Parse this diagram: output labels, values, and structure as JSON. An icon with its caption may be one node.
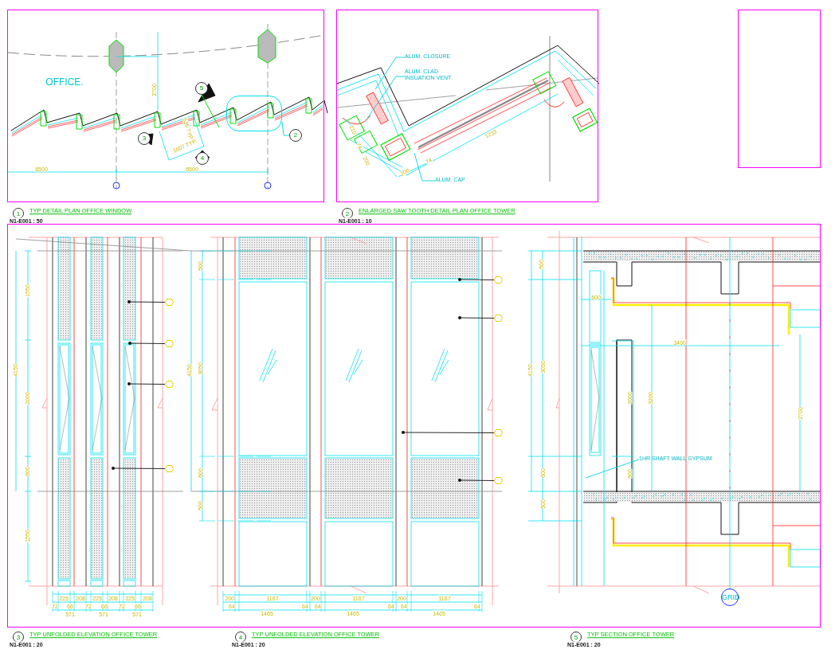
{
  "diagram": {
    "nodes": [
      {
        "text": [],
        "shape": "box"
      },
      {
        "text": [],
        "shape": "box"
      },
      {
        "text": [],
        "shape": "box"
      },
      {
        "text": [],
        "shape": "box"
      },
      {
        "text": [
          "ALUM. CLOSURE"
        ],
        "in": 1
      },
      {
        "text": [
          "ALUM. CLAD INSUATION VENT"
        ],
        "in": 1
      },
      {
        "text": [
          "ALUM. CAP"
        ],
        "in": 1
      },
      {
        "text": [
          "1HR SHAFT WALL GYPSUM"
        ],
        "in": 3
      },
      {
        "text": [],
        "shape": "hexagon",
        "in": 3
      },
      {
        "text": [],
        "shape": "hexagon",
        "in": 3
      },
      {
        "text": [],
        "shape": "hexagon",
        "in": 3
      },
      {
        "text": [],
        "shape": "hexagon",
        "in": 3
      },
      {
        "text": [],
        "shape": "hexagon",
        "in": 3
      },
      {
        "text": [],
        "shape": "hexagon",
        "in": 3
      },
      {
        "text": [],
        "shape": "hexagon",
        "in": 3
      },
      {
        "text": [],
        "shape": "hexagon",
        "in": 3
      },
      {
        "text": [
          "2"
        ],
        "in": 0
      },
      {
        "text": [],
        "shape": "box",
        "in": 0
      },
      {
        "text": [
          "5"
        ],
        "in": 0
      },
      {
        "text": [
          "3"
        ],
        "in": 0
      },
      {
        "text": [
          "4"
        ],
        "in": 0
      }
    ],
    "edges": [
      {
        "from": 4,
        "to": null,
        "arrow": "none",
        "color": "#00d0e0"
      },
      {
        "from": 5,
        "to": null,
        "arrow": "none",
        "color": "#00d0e0"
      },
      {
        "from": 6,
        "to": null,
        "arrow": "none",
        "color": "#00d0e0"
      },
      {
        "from": 7,
        "to": null,
        "arrow": "none",
        "color": "#00d0e0"
      },
      {
        "from": 8,
        "to": null,
        "arrow": "other"
      },
      {
        "from": 9,
        "to": null,
        "arrow": "other"
      },
      {
        "from": 10,
        "to": null,
        "arrow": "other"
      },
      {
        "from": 11,
        "to": null,
        "arrow": "other"
      },
      {
        "from": 12,
        "to": null,
        "arrow": "other"
      },
      {
        "from": 13,
        "to": null,
        "arrow": "other"
      },
      {
        "from": 14,
        "to": null,
        "arrow": "other"
      },
      {
        "from": 15,
        "to": null,
        "arrow": "other"
      },
      {
        "from": 16,
        "to": 17,
        "arrow": "none",
        "color": "#00d0e0"
      }
    ],
    "labels": [
      "OFFICE.",
      "2700",
      "535 TYP.",
      "1607 TYP.",
      "6500",
      "6500",
      "1",
      "TYP DETAIL PLAN OFFICE WINDOW",
      "N1-E001 : 50",
      "210",
      "74",
      "200",
      "1233",
      "200",
      "74",
      "2",
      "ENLARGED SAW TOOTH DETAIL PLAN OFFICE TOWER",
      "N1-E001 : 10",
      "1550",
      "2000",
      "600",
      "1550",
      "4150",
      "4150",
      "225",
      "208",
      "225",
      "208",
      "225",
      "208",
      "72",
      "66",
      "72",
      "66",
      "72",
      "66",
      "571",
      "571",
      "571",
      "3",
      "TYP UNFOLDED ELEVATION OFFICE TOWER",
      "N1-E001 : 20",
      "500",
      "3050",
      "600",
      "500",
      "200",
      "1167",
      "200",
      "1167",
      "200",
      "1167",
      "64",
      "64",
      "64",
      "64",
      "64",
      "64",
      "1465",
      "1465",
      "1465",
      "4",
      "TYP UNFOLDED ELEVATION OFFICE TOWER",
      "N1-E001 : 20",
      "500",
      "600",
      "4150",
      "3050",
      "3400",
      "2000",
      "3200",
      "2700",
      "600",
      "500",
      "500",
      "GRID",
      "5",
      "TYP SECTION OFFICE TOWER",
      "N1-E001 : 20"
    ]
  }
}
